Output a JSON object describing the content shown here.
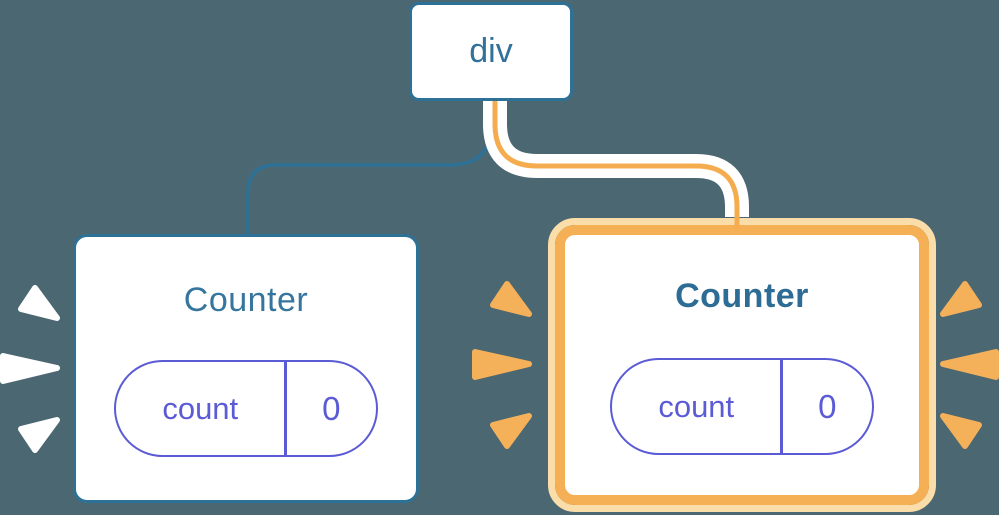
{
  "diagram": {
    "description": "React component tree: a root div element with two Counter component instances, each holding isolated state; the second Counter is highlighted",
    "root": {
      "label": "div"
    },
    "children": [
      {
        "title": "Counter",
        "highlighted": false,
        "emphasis_icon": "burst-rays",
        "emphasis_color": "#FFFFFF",
        "state": {
          "key": "count",
          "value": "0"
        }
      },
      {
        "title": "Counter",
        "highlighted": true,
        "emphasis_icon": "burst-rays",
        "emphasis_color": "#F5B05A",
        "state": {
          "key": "count",
          "value": "0"
        }
      }
    ],
    "colors": {
      "background": "#4B6771",
      "node_border_blue": "#2E7196",
      "title_blue": "#35759E",
      "title_blue_bold": "#2D6C94",
      "state_purple": "#5B5BD6",
      "highlight_orange": "#F5AF55",
      "highlight_orange_pale": "#FADDA9",
      "edge_orange_core": "#F5AC4F",
      "card_background": "#FFFFFF"
    }
  }
}
